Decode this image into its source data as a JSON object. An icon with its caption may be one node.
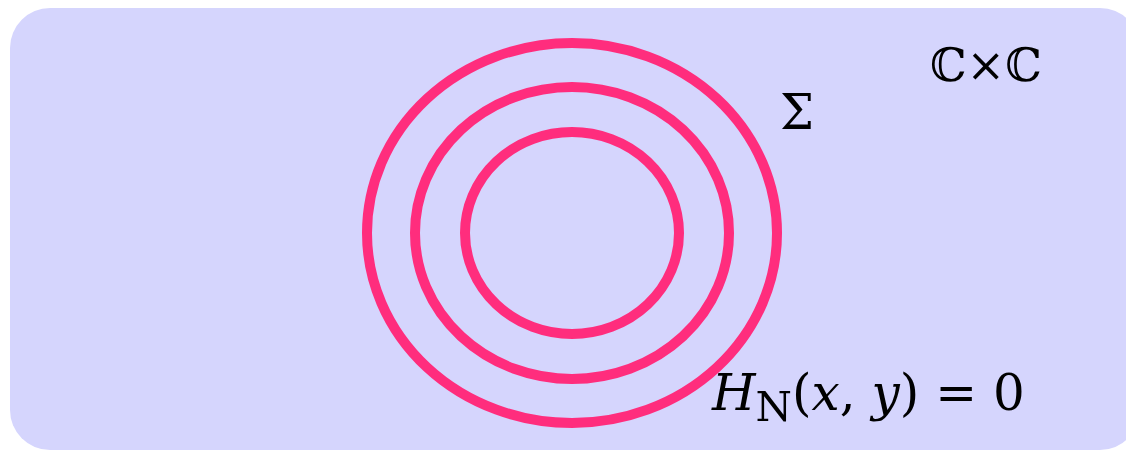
{
  "diagram": {
    "nodes": [
      {
        "text": [
          "ℂ×ℂ"
        ]
      }
    ],
    "labels": [
      "Σ",
      "*H*$_{N}$(*x*, *y*) = 0"
    ]
  }
}
